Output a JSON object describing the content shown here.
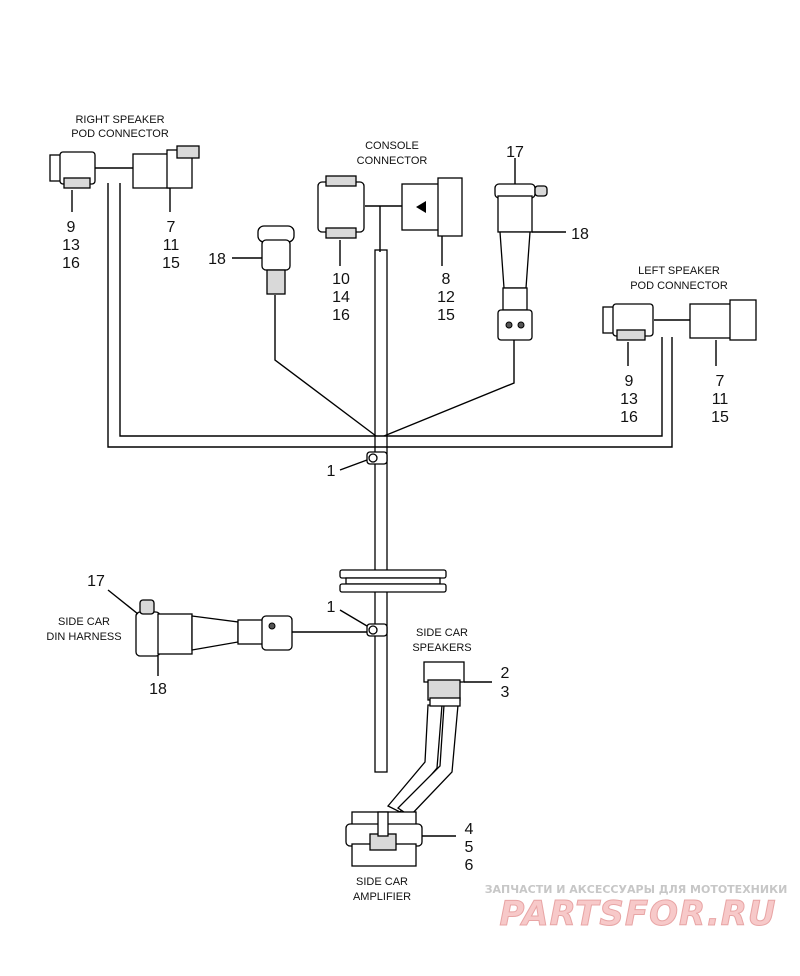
{
  "labels": {
    "right_speaker_pod_connector": [
      "RIGHT SPEAKER",
      "POD CONNECTOR"
    ],
    "console_connector": [
      "CONSOLE",
      "CONNECTOR"
    ],
    "left_speaker_pod_connector": [
      "LEFT SPEAKER",
      "POD CONNECTOR"
    ],
    "side_car_din_harness": [
      "SIDE CAR",
      "DIN HARNESS"
    ],
    "side_car_speakers": [
      "SIDE CAR",
      "SPEAKERS"
    ],
    "side_car_amplifier": [
      "SIDE CAR",
      "AMPLIFIER"
    ]
  },
  "callouts": {
    "right_pod_left_parts": [
      "9",
      "13",
      "16"
    ],
    "right_pod_right_parts": [
      "7",
      "11",
      "15"
    ],
    "console_left_parts": [
      "10",
      "14",
      "16"
    ],
    "console_right_parts": [
      "8",
      "12",
      "15"
    ],
    "left_pod_left_parts": [
      "9",
      "13",
      "16"
    ],
    "left_pod_right_parts": [
      "7",
      "11",
      "15"
    ],
    "switch_left": "18",
    "din_top": "17",
    "din_right": "18",
    "clip_upper": "1",
    "clip_lower": "1",
    "sidecar_din_top": "17",
    "sidecar_din_bottom": "18",
    "speaker_parts": [
      "2",
      "3"
    ],
    "amplifier_parts": [
      "4",
      "5",
      "6"
    ]
  },
  "watermark": {
    "tagline": "ЗАПЧАСТИ И АКСЕССУАРЫ ДЛЯ МОТОТЕХНИКИ",
    "brand": "PARTSFOR.RU"
  }
}
